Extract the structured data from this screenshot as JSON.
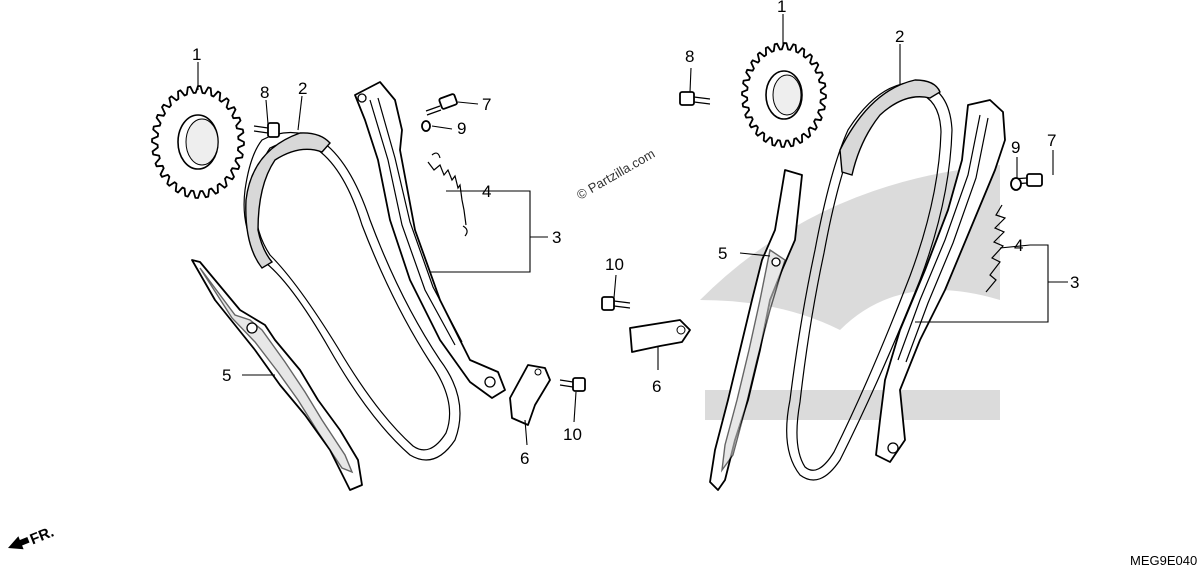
{
  "diagram": {
    "watermark": "© Partzilla.com",
    "direction_marker": "FR.",
    "diagram_code": "MEG9E040",
    "callouts_left": [
      {
        "id": "left-1",
        "text": "1"
      },
      {
        "id": "left-2",
        "text": "2"
      },
      {
        "id": "left-3",
        "text": "3"
      },
      {
        "id": "left-4",
        "text": "4"
      },
      {
        "id": "left-5",
        "text": "5"
      },
      {
        "id": "left-6",
        "text": "6"
      },
      {
        "id": "left-7",
        "text": "7"
      },
      {
        "id": "left-8",
        "text": "8"
      },
      {
        "id": "left-9",
        "text": "9"
      },
      {
        "id": "left-10",
        "text": "10"
      }
    ],
    "callouts_right": [
      {
        "id": "right-1",
        "text": "1"
      },
      {
        "id": "right-2",
        "text": "2"
      },
      {
        "id": "right-3",
        "text": "3"
      },
      {
        "id": "right-4",
        "text": "4"
      },
      {
        "id": "right-5",
        "text": "5"
      },
      {
        "id": "right-6",
        "text": "6"
      },
      {
        "id": "right-7",
        "text": "7"
      },
      {
        "id": "right-8",
        "text": "8"
      },
      {
        "id": "right-9",
        "text": "9"
      },
      {
        "id": "right-10",
        "text": "10"
      }
    ]
  }
}
